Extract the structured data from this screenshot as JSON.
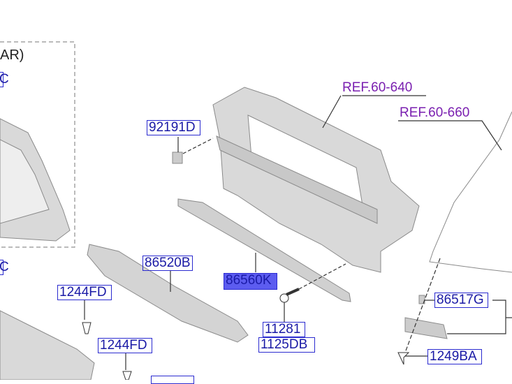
{
  "diagram": {
    "group_caption": "AR)",
    "refs": [
      "REF.60-640",
      "REF.60-660"
    ],
    "parts": {
      "p92191D": "92191D",
      "p86520B": "86520B",
      "p86560K": "86560K",
      "p1244FD_a": "1244FD",
      "p1244FD_b": "1244FD",
      "p11281": "11281",
      "p1125DB": "1125DB",
      "p86517G": "86517G",
      "p1249BA": "1249BA",
      "edge_left_top": "C",
      "edge_left_bottom": "C"
    },
    "colors": {
      "label": "#1a1aa6",
      "label_box": "#2b2bd0",
      "highlight": "#5c5cf0",
      "ref": "#7a1fb0"
    }
  }
}
